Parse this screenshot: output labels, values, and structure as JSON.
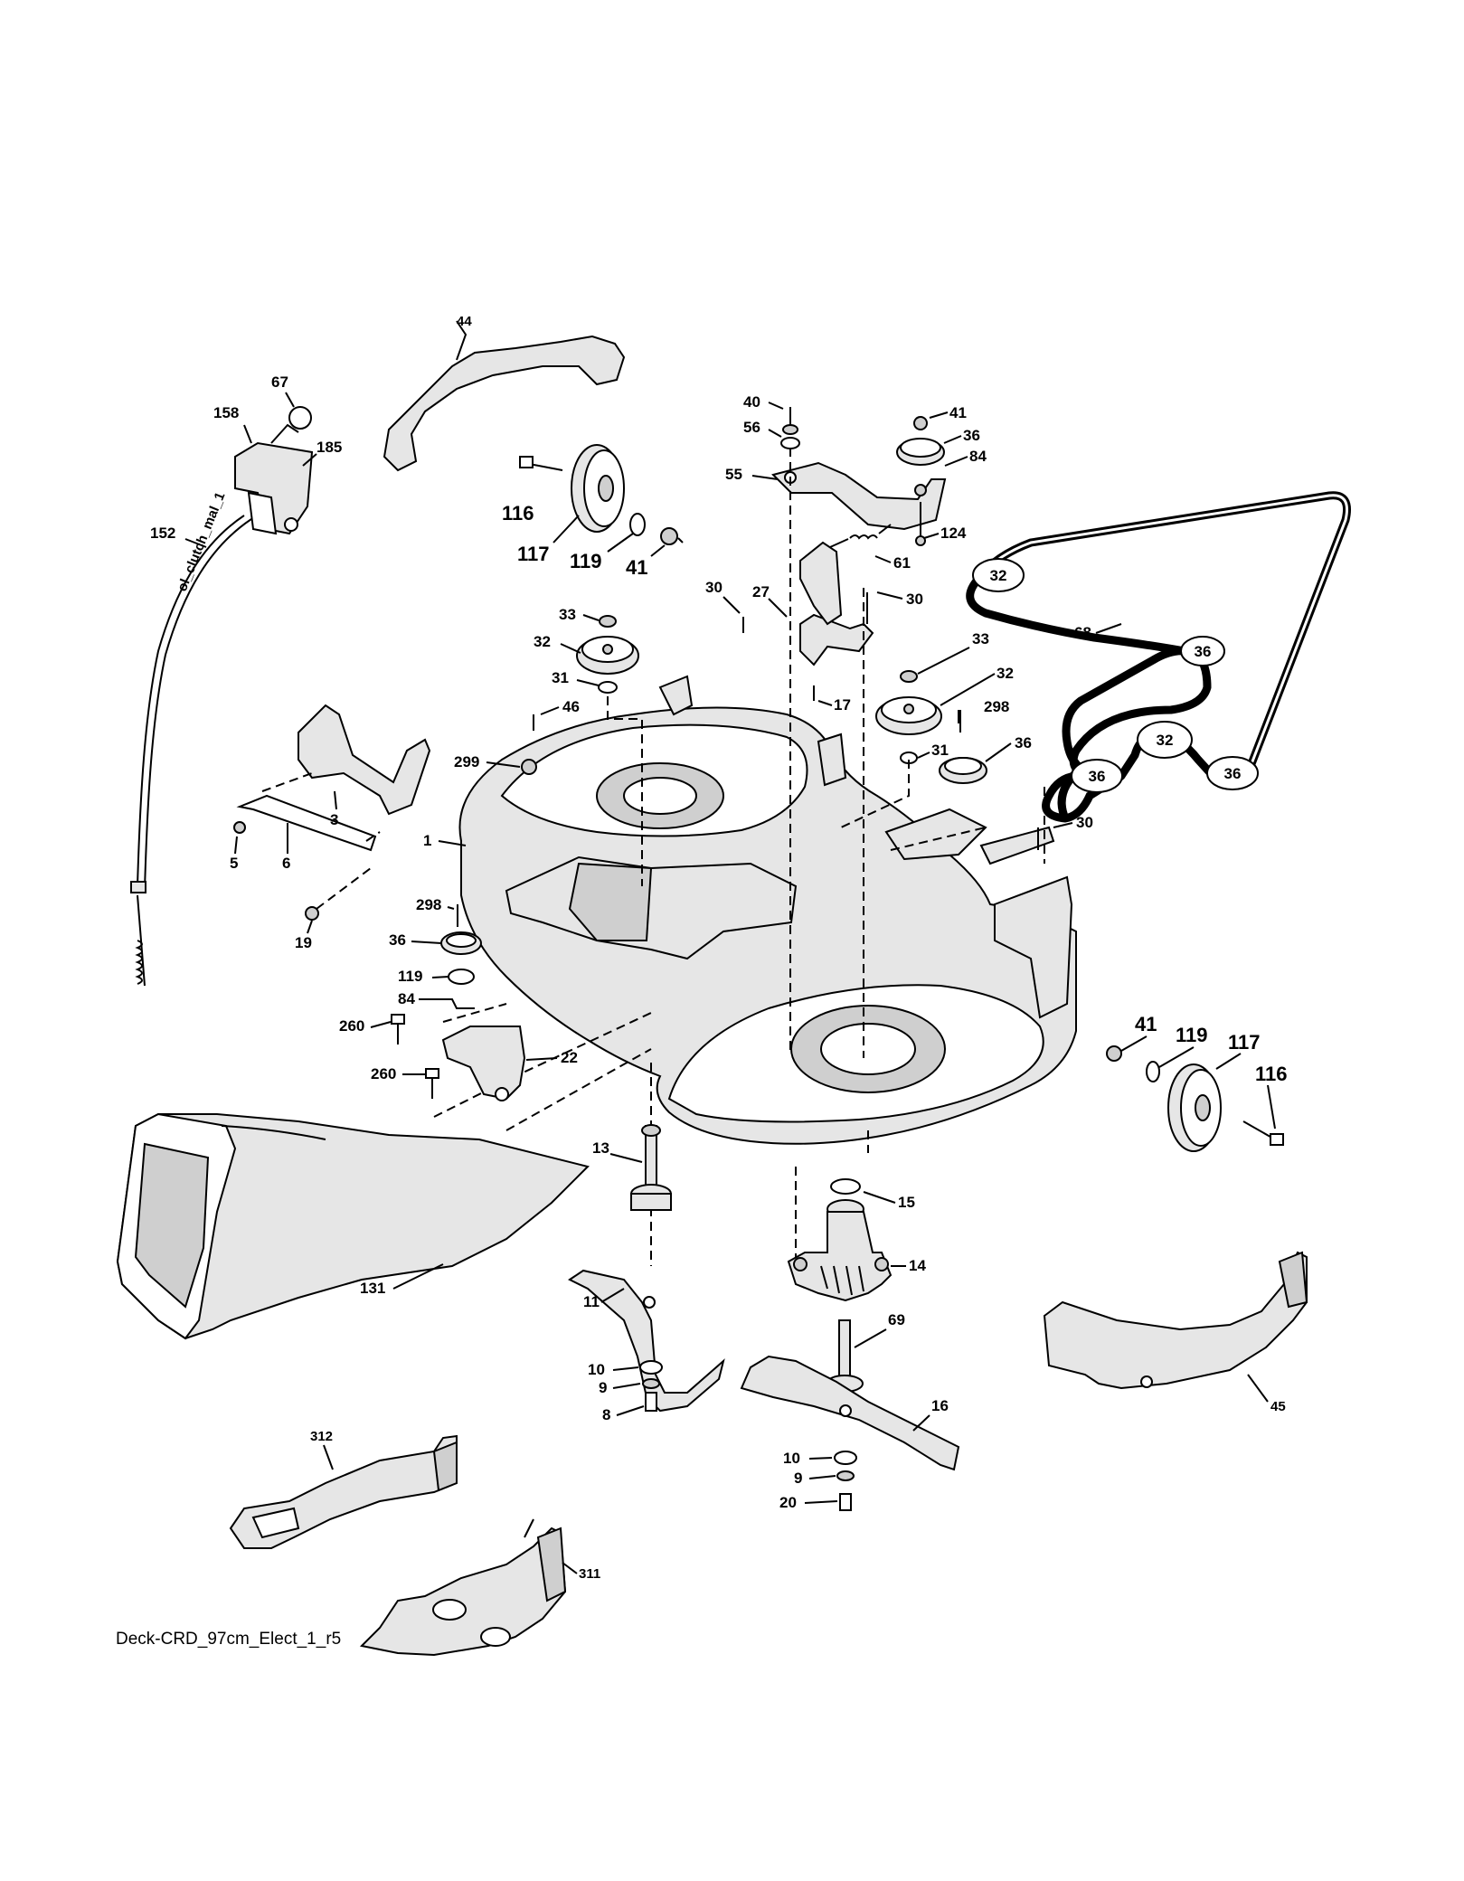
{
  "diagram_id": "Deck-CRD_97cm_Elect_1_r5",
  "callouts": {
    "p1": "1",
    "p3": "3",
    "p5": "5",
    "p6": "6",
    "p8": "8",
    "p9a": "9",
    "p9b": "9",
    "p10a": "10",
    "p10b": "10",
    "p11": "11",
    "p13": "13",
    "p14": "14",
    "p15": "15",
    "p16": "16",
    "p17": "17",
    "p19": "19",
    "p20": "20",
    "p22": "22",
    "p27": "27",
    "p30a": "30",
    "p30b": "30",
    "p30c": "30",
    "p31a": "31",
    "p31b": "31",
    "p32a": "32",
    "p32b": "32",
    "p33a": "33",
    "p33b": "33",
    "p36a": "36",
    "p36b": "36",
    "p36c": "36",
    "p40": "40",
    "p41a": "41",
    "p41b": "41",
    "p41c": "41",
    "p44": "44",
    "p45": "45",
    "p46": "46",
    "p55": "55",
    "p56": "56",
    "p61": "61",
    "p67": "67",
    "p68": "68",
    "p69": "69",
    "p84a": "84",
    "p84b": "84",
    "p116a": "116",
    "p116b": "116",
    "p117a": "117",
    "p117b": "117",
    "p119a": "119",
    "p119b": "119",
    "p119c": "119",
    "p124": "124",
    "p131": "131",
    "p152": "152",
    "p158": "158",
    "p185": "185",
    "p260a": "260",
    "p260b": "260",
    "p298a": "298",
    "p298b": "298",
    "p299": "299",
    "p311": "311",
    "p312": "312"
  },
  "belt_pulleys": {
    "top_left": "32",
    "middle": "32",
    "right": "36",
    "bottom_left": "36",
    "bottom_right": "36"
  },
  "cable_text": "ol_clutch_mal_1"
}
